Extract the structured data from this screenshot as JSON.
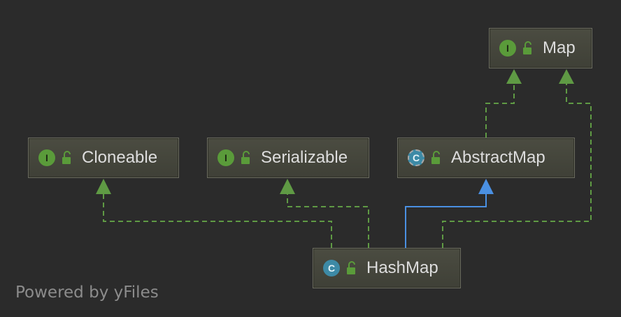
{
  "nodes": {
    "map": {
      "name": "Map",
      "kind": "I"
    },
    "cloneable": {
      "name": "Cloneable",
      "kind": "I"
    },
    "serializable": {
      "name": "Serializable",
      "kind": "I"
    },
    "abstract_map": {
      "name": "AbstractMap",
      "kind": "C"
    },
    "hashmap": {
      "name": "HashMap",
      "kind": "C"
    }
  },
  "edges": [
    {
      "from": "HashMap",
      "to": "Cloneable",
      "type": "implements",
      "style": "dashed",
      "color": "#5f9a44"
    },
    {
      "from": "HashMap",
      "to": "Serializable",
      "type": "implements",
      "style": "dashed",
      "color": "#5f9a44"
    },
    {
      "from": "HashMap",
      "to": "AbstractMap",
      "type": "extends",
      "style": "solid",
      "color": "#4a90e2"
    },
    {
      "from": "HashMap",
      "to": "Map",
      "type": "implements",
      "style": "dashed",
      "color": "#5f9a44"
    },
    {
      "from": "AbstractMap",
      "to": "Map",
      "type": "implements",
      "style": "dashed",
      "color": "#5f9a44"
    }
  ],
  "footer": {
    "powered_by": "Powered by yFiles"
  },
  "colors": {
    "background": "#2b2b2b",
    "interface_badge": "#5a9b3a",
    "class_badge": "#3d8aa6",
    "implements_edge": "#5f9a44",
    "extends_edge": "#4a90e2",
    "node_fill": "#45463d"
  }
}
